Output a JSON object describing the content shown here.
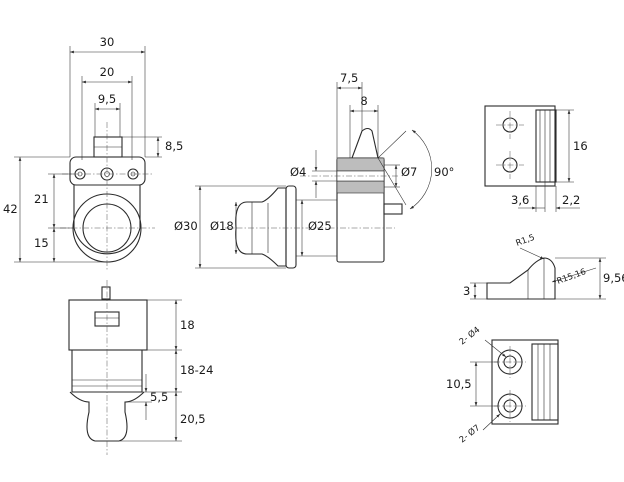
{
  "title": "Push button latch – technical drawing",
  "front_view": {
    "width_total": "30",
    "width_mid": "20",
    "width_small": "9,5",
    "tab_height": "8,5",
    "height_total": "42",
    "height_upper": "21",
    "height_lower": "15"
  },
  "side_view": {
    "dim_7_5": "7,5",
    "dim_8": "8",
    "dia_4": "Ø4",
    "dia_7": "Ø7",
    "angle": "90°",
    "dia_30": "Ø30",
    "dia_18": "Ø18",
    "dia_25": "Ø25"
  },
  "bottom_view": {
    "height_18": "18",
    "height_range": "18-24",
    "height_5_5": "5,5",
    "height_20_5": "20,5"
  },
  "strike_top": {
    "height_16": "16",
    "dim_3_6": "3,6",
    "dim_2_2": "2,2"
  },
  "strike_side": {
    "thickness_3": "3",
    "height_9_56": "9,56",
    "radius_small": "R1,5",
    "radius_large": "R15,16"
  },
  "strike_plate": {
    "holes_4": "2- Ø4",
    "holes_7": "2- Ø7",
    "spacing": "10,5"
  }
}
